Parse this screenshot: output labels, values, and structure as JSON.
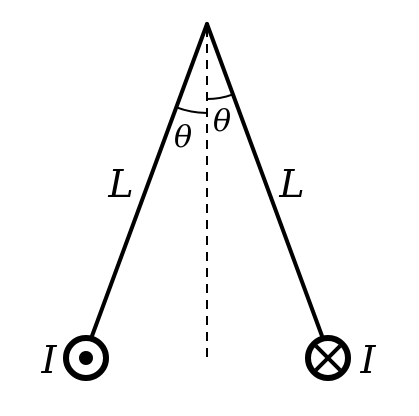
{
  "diagram": {
    "left_wire": {
      "length_label": "L",
      "angle_label": "θ",
      "current_label": "I",
      "current_direction": "out-of-page"
    },
    "right_wire": {
      "length_label": "L",
      "angle_label": "θ",
      "current_label": "I",
      "current_direction": "into-page"
    },
    "colors": {
      "ink": "#000000",
      "background": "#ffffff"
    }
  }
}
